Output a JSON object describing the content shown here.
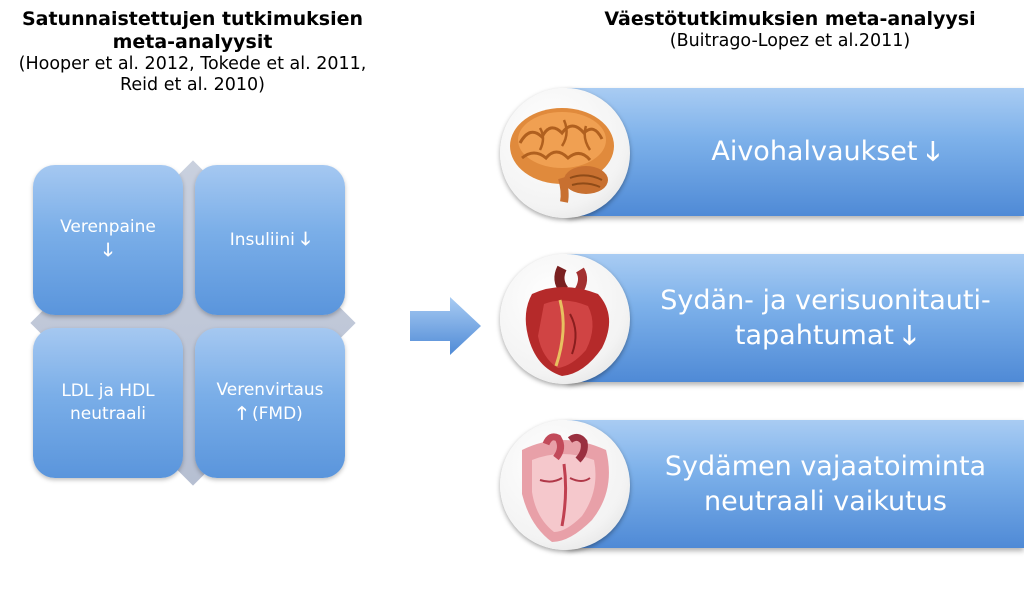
{
  "left_header": {
    "title_line1": "Satunnaistettujen tutkimuksien",
    "title_line2": "meta-analyysit",
    "refs_line1": "(Hooper et al. 2012, Tokede et al. 2011,",
    "refs_line2": "Reid et al. 2010)"
  },
  "right_header": {
    "title": "Väestötutkimuksien meta-analyysi",
    "ref": "(Buitrago-Lopez et al.2011)"
  },
  "quadrants": {
    "top_left": {
      "line1": "Verenpaine",
      "arrow": "🡓"
    },
    "top_right": {
      "line1": "Insuliini",
      "arrow": "🡓"
    },
    "bottom_left": {
      "line1": "LDL ja HDL",
      "line2": "neutraali"
    },
    "bottom_right": {
      "line1": "Verenvirtaus",
      "arrow": "🡑",
      "line2": "(FMD)"
    }
  },
  "outcomes": [
    {
      "line1": "Aivohalvaukset",
      "arrow": "🡓",
      "icon": "brain-icon"
    },
    {
      "line1": "Sydän- ja verisuonitauti-",
      "line2": "tapahtumat",
      "arrow": "🡓",
      "icon": "heart-icon"
    },
    {
      "line1": "Sydämen vajaatoiminta",
      "line2": "neutraali vaikutus",
      "icon": "heart-section-icon"
    }
  ],
  "colors": {
    "box_blue": "#7aaee8",
    "banner_blue": "#4f8ad6",
    "diamond_gray": "#c2c9d9",
    "text_white": "#ffffff"
  }
}
